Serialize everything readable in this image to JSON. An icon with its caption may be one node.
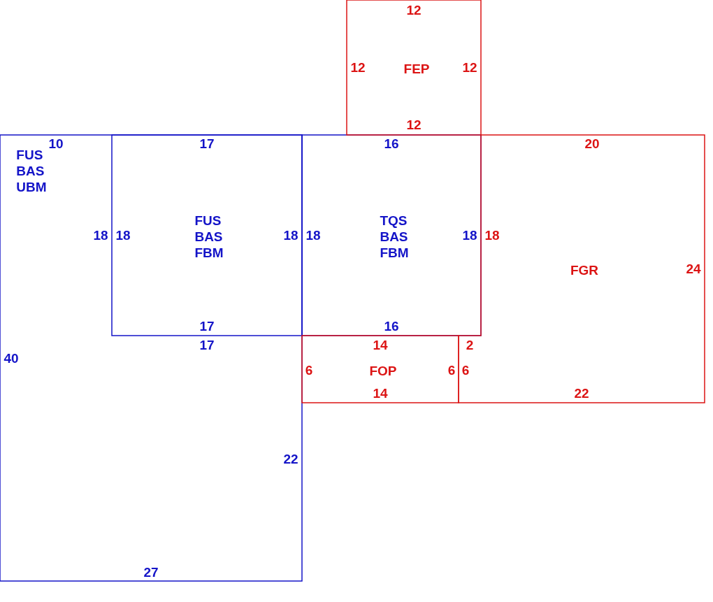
{
  "diagram": {
    "nodes": [
      {
        "text": [
          "FUS BAS UBM"
        ]
      },
      {
        "text": [
          "FUS BAS FBM"
        ],
        "in": 0
      },
      {
        "text": [
          "TQS BAS FBM"
        ]
      },
      {
        "text": [
          "FEP"
        ]
      },
      {
        "text": [
          "FGR"
        ]
      },
      {
        "text": [
          "FOP"
        ]
      }
    ],
    "labels": [
      "12",
      "12",
      "12",
      "12",
      "10",
      "17",
      "16",
      "20",
      "18",
      "18",
      "18",
      "18",
      "18",
      "18",
      "24",
      "17",
      "16",
      "17",
      "14",
      "2",
      "40",
      "6",
      "6",
      "6",
      "14",
      "22",
      "22",
      "27"
    ]
  }
}
